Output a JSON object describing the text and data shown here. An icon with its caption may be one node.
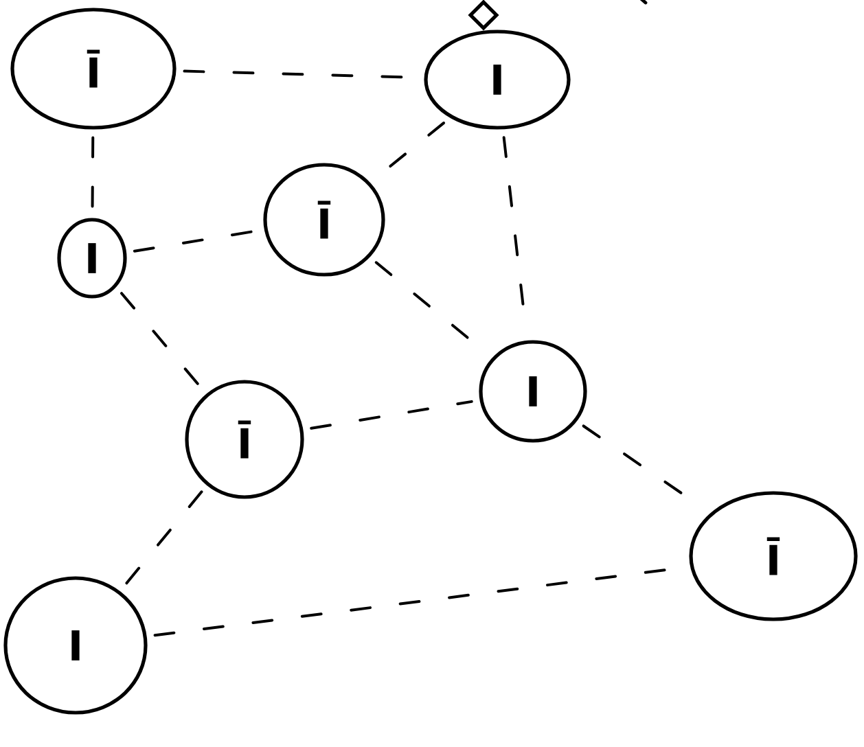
{
  "diagram": {
    "nodes": [
      {
        "text": [
          "Ī"
        ]
      },
      {
        "text": [
          "I"
        ]
      },
      {
        "text": [
          "I"
        ]
      },
      {
        "text": [
          "Ī"
        ]
      },
      {
        "text": [
          "Ī"
        ]
      },
      {
        "text": [
          "I"
        ]
      },
      {
        "text": [
          "Ī"
        ]
      },
      {
        "text": [
          "I"
        ]
      },
      {
        "text": [],
        "shape": "diamond"
      }
    ],
    "edges": [
      {
        "from": 0,
        "to": 1,
        "arrow": "none",
        "style": "dashed"
      },
      {
        "from": 0,
        "to": 2,
        "arrow": "none",
        "style": "dashed"
      },
      {
        "from": 2,
        "to": 3,
        "arrow": "none",
        "style": "dashed"
      },
      {
        "from": 1,
        "to": 3,
        "arrow": "none",
        "style": "dashed"
      },
      {
        "from": 3,
        "to": 5,
        "arrow": "none",
        "style": "dashed"
      },
      {
        "from": 1,
        "to": 5,
        "arrow": "none",
        "style": "dashed"
      },
      {
        "from": 2,
        "to": 4,
        "arrow": "none",
        "style": "dashed"
      },
      {
        "from": 4,
        "to": 5,
        "arrow": "none",
        "style": "dashed"
      },
      {
        "from": 5,
        "to": 6,
        "arrow": "none",
        "style": "dashed"
      },
      {
        "from": 4,
        "to": 7,
        "arrow": "none",
        "style": "dashed"
      },
      {
        "from": 7,
        "to": 6,
        "arrow": "none",
        "style": "dashed"
      }
    ]
  }
}
